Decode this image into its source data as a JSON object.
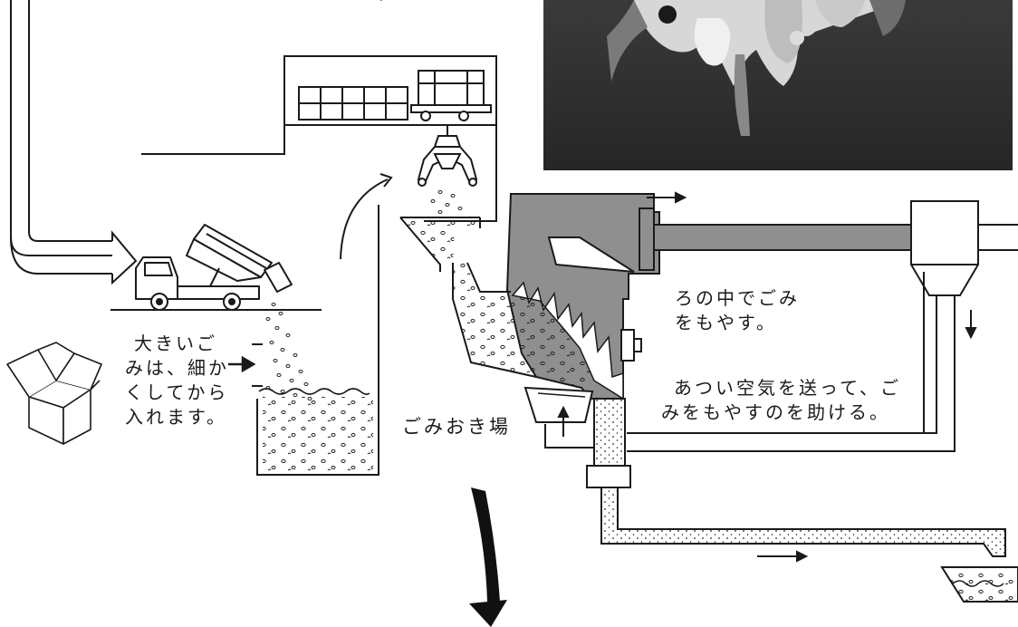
{
  "labels": {
    "big_garbage": [
      "大きいご",
      "みは、細か",
      "くしてから",
      "入れます。"
    ],
    "garbage_pit": "ごみおき場",
    "burn": [
      "ろの中でごみ",
      "をもやす。"
    ],
    "hot_air": [
      "あつい空気を送って、ご",
      "みをもやすのを助ける。"
    ]
  },
  "colors": {
    "ink": "#1a1a1a",
    "furnace_gray": "#8f8f8f",
    "photo_dark": "#2b2b2b",
    "background": "#ffffff"
  }
}
